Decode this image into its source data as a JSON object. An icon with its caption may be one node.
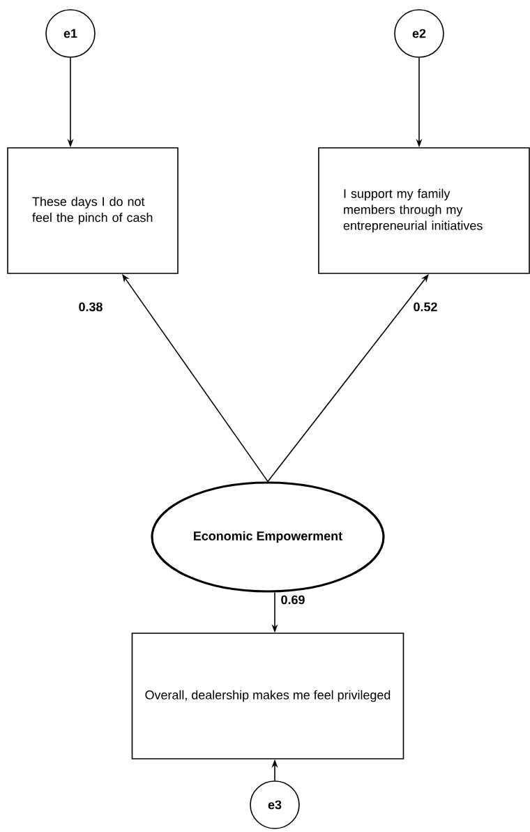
{
  "diagram": {
    "nodes": [
      {
        "text": [
          "e1"
        ]
      },
      {
        "text": [
          "These days I do not feel the pinch of cash"
        ]
      },
      {
        "text": [
          "e2"
        ]
      },
      {
        "text": [
          "I support my family members through my entrepreneurial initiatives"
        ]
      },
      {
        "text": [
          "Economic Empowerment"
        ]
      },
      {
        "text": [
          "Overall, dealership makes me feel privileged"
        ]
      },
      {
        "text": [
          "e3"
        ]
      }
    ],
    "edges": [
      {
        "from": 0,
        "to": 1,
        "arrow": "to"
      },
      {
        "from": 2,
        "to": 3,
        "arrow": "to"
      },
      {
        "from": 4,
        "to": 1,
        "arrow": "to",
        "label": "0.38"
      },
      {
        "from": 4,
        "to": 3,
        "arrow": "to",
        "label": "0.52"
      },
      {
        "from": 4,
        "to": 5,
        "arrow": "to",
        "label": "0.69"
      },
      {
        "from": 6,
        "to": 5,
        "arrow": "to"
      }
    ]
  }
}
